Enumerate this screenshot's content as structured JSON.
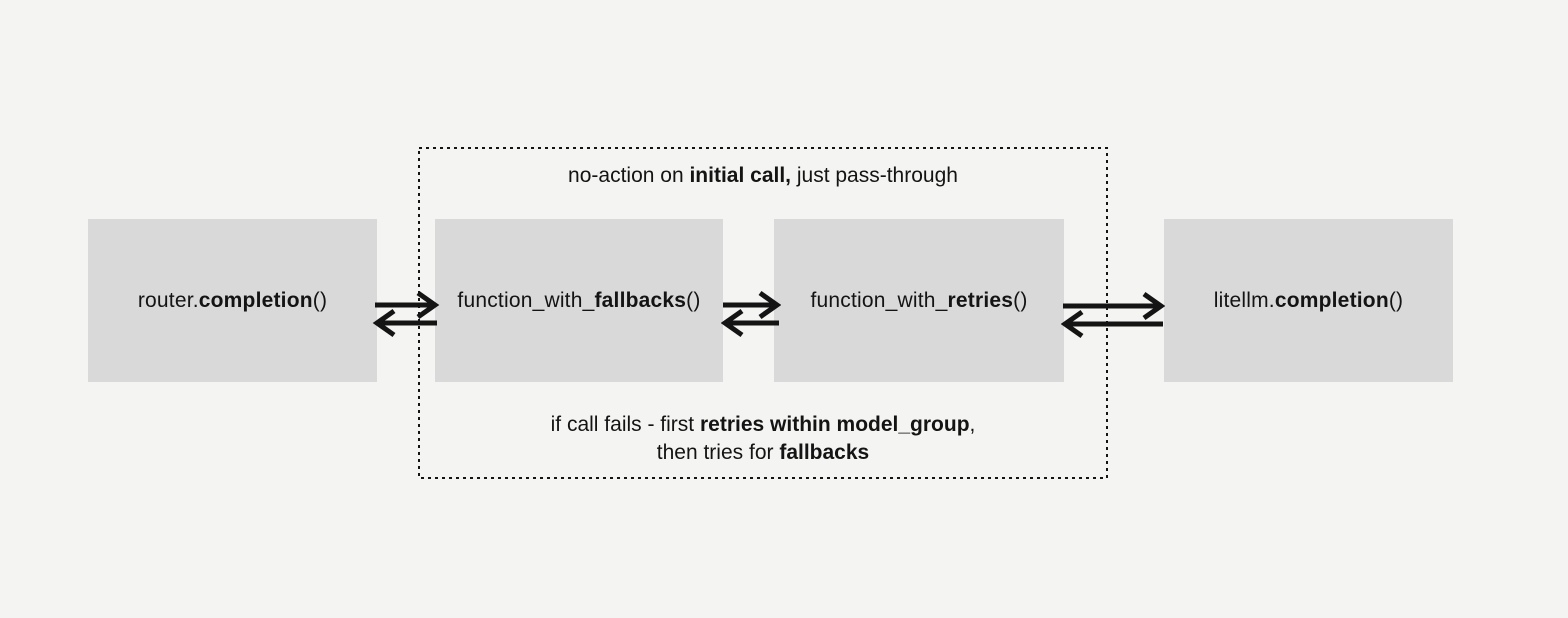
{
  "colors": {
    "background": "#f4f4f2",
    "box_fill": "#d9d9d9",
    "ink": "#141414"
  },
  "boxes": [
    {
      "id": "router-completion",
      "segments": [
        {
          "t": "router.",
          "b": false
        },
        {
          "t": "completion",
          "b": true
        },
        {
          "t": "()",
          "b": false
        }
      ]
    },
    {
      "id": "function-with-fallbacks",
      "segments": [
        {
          "t": "function_with_",
          "b": false
        },
        {
          "t": "fallbacks",
          "b": true
        },
        {
          "t": "()",
          "b": false
        }
      ]
    },
    {
      "id": "function-with-retries",
      "segments": [
        {
          "t": "function_with_",
          "b": false
        },
        {
          "t": "retries",
          "b": true
        },
        {
          "t": "()",
          "b": false
        }
      ]
    },
    {
      "id": "litellm-completion",
      "segments": [
        {
          "t": "litellm.",
          "b": false
        },
        {
          "t": "completion",
          "b": true
        },
        {
          "t": "()",
          "b": false
        }
      ]
    }
  ],
  "annotations": {
    "top": {
      "segments": [
        {
          "t": "no-action on ",
          "b": false
        },
        {
          "t": "initial call,",
          "b": true
        },
        {
          "t": " just pass-through",
          "b": false
        }
      ]
    },
    "bottom": {
      "lines": [
        {
          "segments": [
            {
              "t": "if call fails - first ",
              "b": false
            },
            {
              "t": "retries within model_group",
              "b": true
            },
            {
              "t": ",",
              "b": false
            }
          ]
        },
        {
          "segments": [
            {
              "t": "then tries for ",
              "b": false
            },
            {
              "t": "fallbacks",
              "b": true
            }
          ]
        }
      ]
    }
  },
  "arrows": [
    {
      "name": "bidirectional-arrow",
      "from": "router.completion()",
      "to": "function_with_fallbacks()"
    },
    {
      "name": "bidirectional-arrow",
      "from": "function_with_fallbacks()",
      "to": "function_with_retries()"
    },
    {
      "name": "bidirectional-arrow",
      "from": "function_with_retries()",
      "to": "litellm.completion()"
    }
  ]
}
